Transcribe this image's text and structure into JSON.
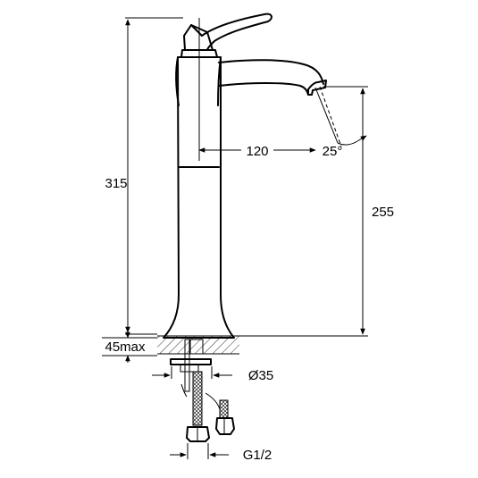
{
  "dimensions": {
    "total_height": "315",
    "spout_height": "255",
    "spout_reach": "120",
    "spout_angle": "25°",
    "max_deck_thickness": "45max",
    "hole_diameter": "Ø35",
    "connection_thread": "G1/2"
  }
}
